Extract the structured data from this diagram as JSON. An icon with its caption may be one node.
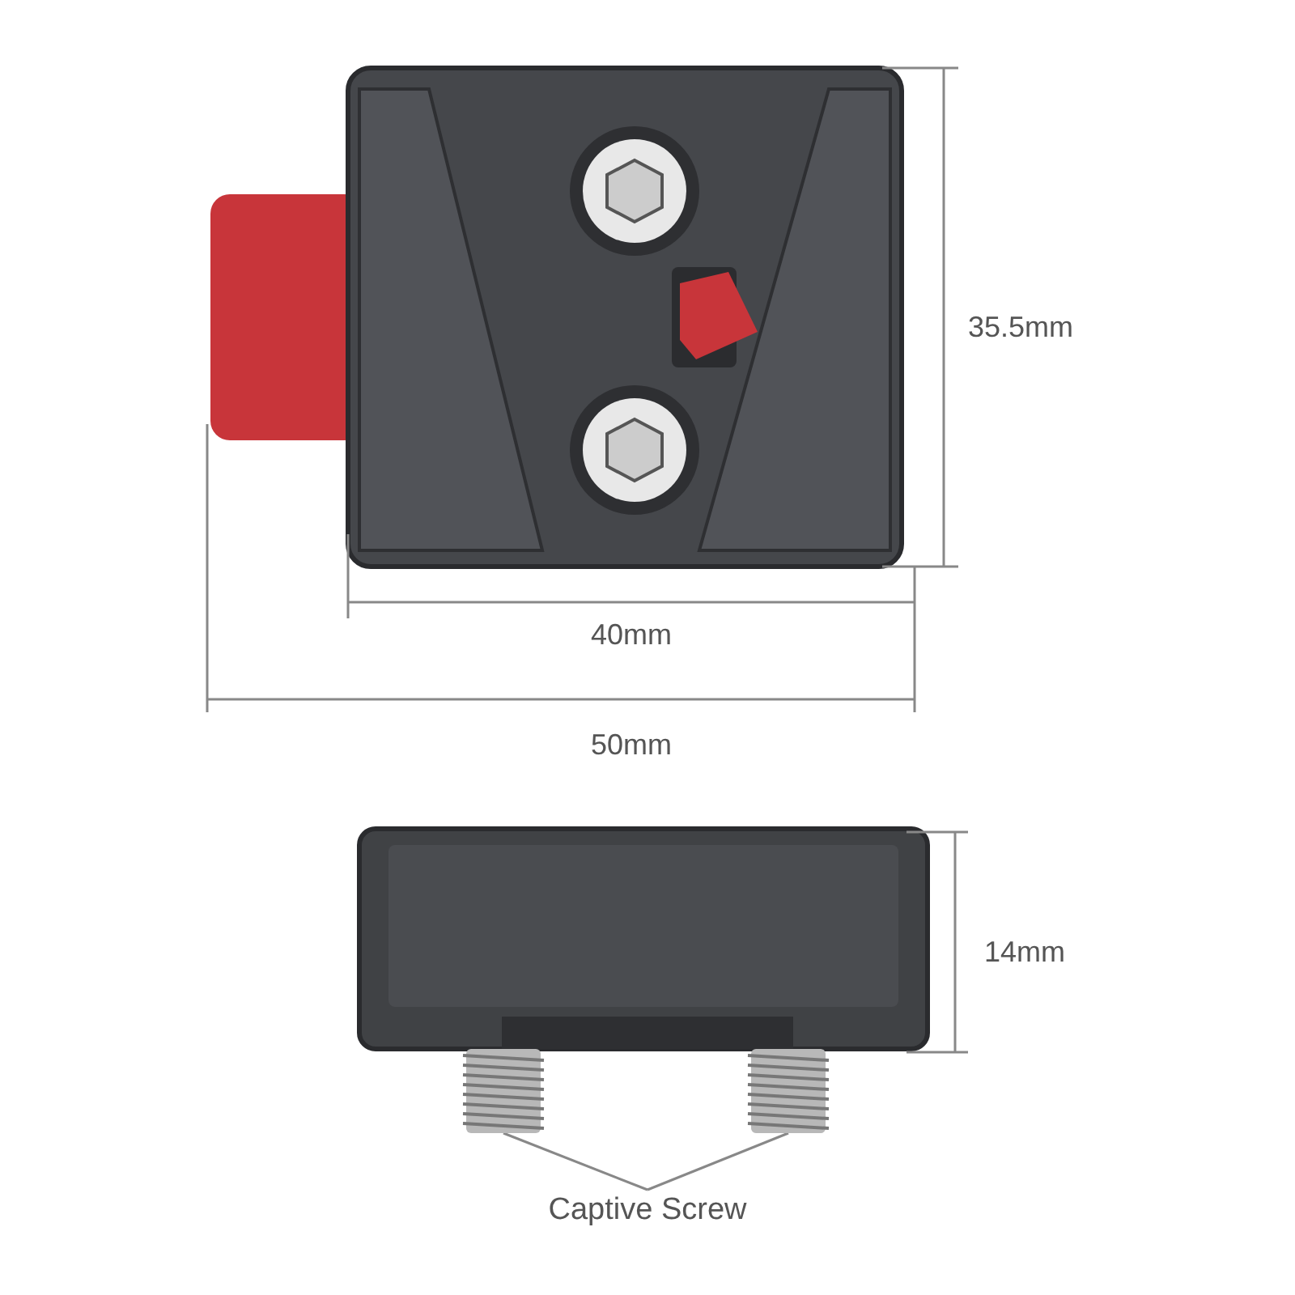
{
  "diagram": {
    "nodes": [
      {
        "text": [
          "Captive Screw"
        ]
      },
      {
        "text": [],
        "shape": "picture"
      },
      {
        "text": [],
        "shape": "picture"
      }
    ],
    "edges": [
      {
        "from": 0,
        "to": 1,
        "arrow": "none"
      },
      {
        "from": 0,
        "to": 2,
        "arrow": "none"
      }
    ],
    "labels": [
      "35.5mm",
      "40mm",
      "50mm",
      "14mm"
    ]
  }
}
